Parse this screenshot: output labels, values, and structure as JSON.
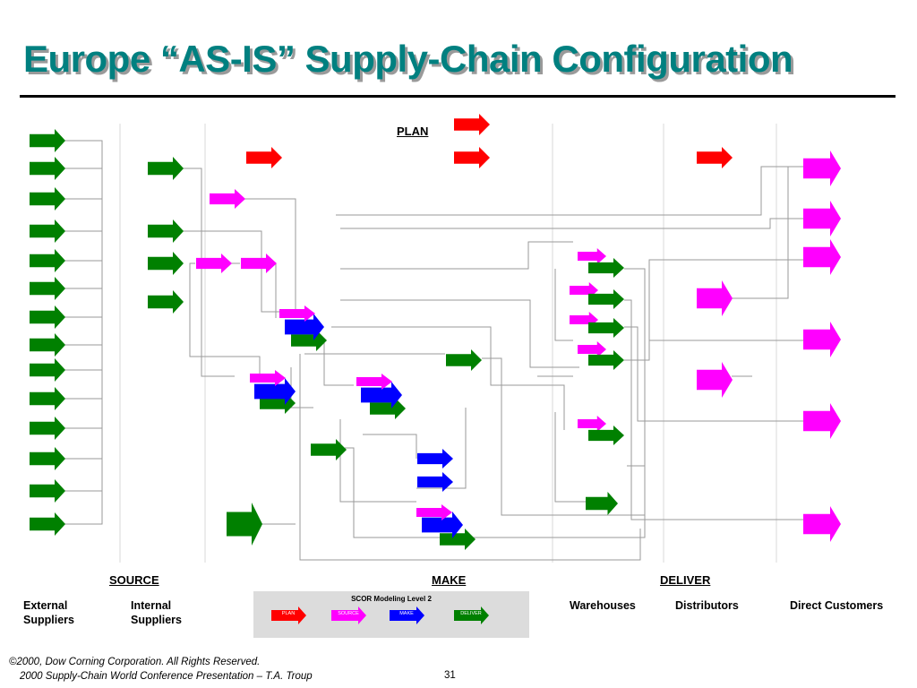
{
  "title": "Europe “AS-IS” Supply-Chain Configuration",
  "labels": {
    "plan": "PLAN",
    "source": "SOURCE",
    "make": "MAKE",
    "deliver": "DELIVER"
  },
  "columns": {
    "external_line1": "External",
    "external_line2": "Suppliers",
    "internal_line1": "Internal",
    "internal_line2": "Suppliers",
    "warehouses": "Warehouses",
    "distributors": "Distributors",
    "direct_customers": "Direct Customers"
  },
  "legend": {
    "title": "SCOR Modeling Level 2",
    "plan": "PLAN",
    "source": "SOURCE",
    "make": "MAKE",
    "deliver": "DELIVER"
  },
  "colors": {
    "plan": "#ff0000",
    "source": "#ff00ff",
    "make": "#0000ff",
    "deliver": "#008000",
    "title": "#008080"
  },
  "footer": {
    "copyright_symbol": "©",
    "copyright": "2000, Dow Corning Corporation. All Rights Reserved.",
    "conference": "2000 Supply-Chain World Conference Presentation – T.A. Troup",
    "page_number": "31"
  }
}
